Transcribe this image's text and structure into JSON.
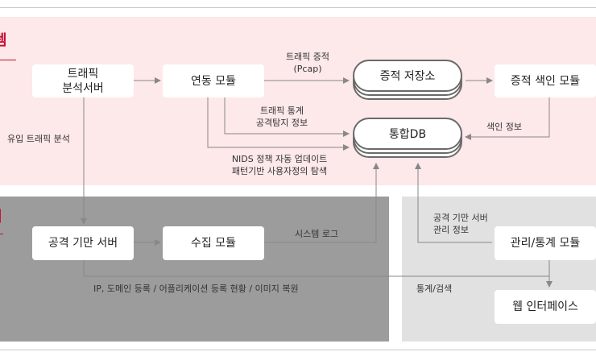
{
  "sections": {
    "top_title": "템",
    "bottom_title": "템"
  },
  "nodes": {
    "traffic_server": "트래픽\n분석서버",
    "link_module": "연동 모듈",
    "evidence_store": "증적 저장소",
    "evidence_index": "증적 색인 모듈",
    "integrated_db": "통합DB",
    "attack_server": "공격 기만 서버",
    "collect_module": "수집 모듈",
    "manage_module": "관리/통계 모듈",
    "web_interface": "웹 인터페이스"
  },
  "labels": {
    "inflow": "유입 트래픽 분석",
    "traffic_evidence": "트래픽 증적\n(Pcap)",
    "traffic_stats": "트래픽 통계\n공격탐지 정보",
    "nids": "NIDS 정책 자동 업데이트\n패턴기반 사용자정의 탐색",
    "index_info": "색인 정보",
    "system_log": "시스템 로그",
    "attack_server_info": "공격 기만 서버\n관리 정보",
    "ip_domain": "IP, 도메인 등록 / 어플리케이션 등록 현황 / 이미지 복원",
    "stats_search": "통계/검색"
  },
  "colors": {
    "accent": "#c8102e",
    "arrow": "#888888"
  }
}
